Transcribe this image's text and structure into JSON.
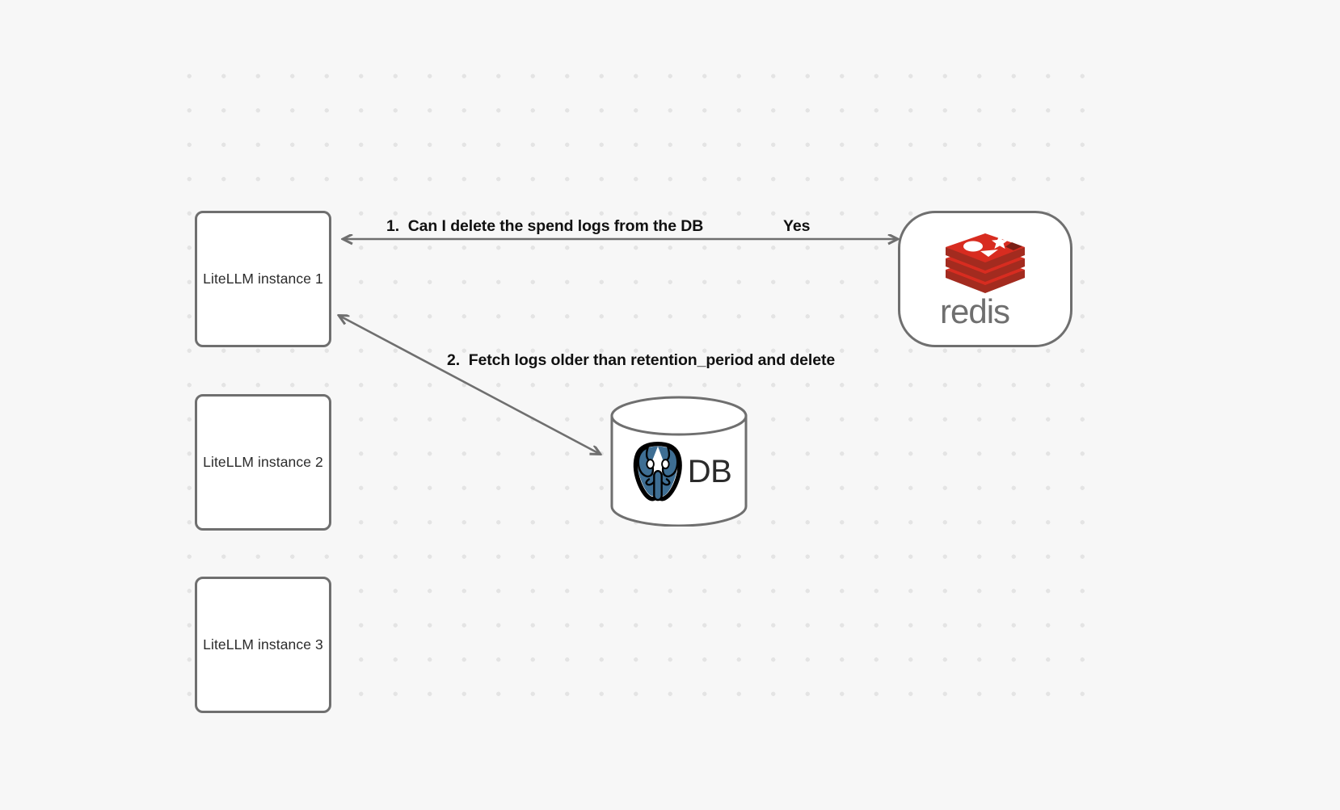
{
  "diagram": {
    "background_color": "#f7f7f7",
    "grid_dot_color": "#e4e4e4",
    "edge_color": "#6f6f6f",
    "node_border_color": "#6f6f6f",
    "nodes": [
      {
        "id": "llm1",
        "label": "LiteLLM instance 1",
        "shape": "rounded-rect"
      },
      {
        "id": "llm2",
        "label": "LiteLLM instance 2",
        "shape": "rounded-rect"
      },
      {
        "id": "llm3",
        "label": "LiteLLM instance 3",
        "shape": "rounded-rect"
      },
      {
        "id": "redis",
        "label": "redis",
        "shape": "stadium",
        "logo": "redis-logo",
        "brand_color": "#d82c20"
      },
      {
        "id": "db",
        "label": "DB",
        "shape": "cylinder",
        "logo": "postgresql-elephant-icon",
        "brand_color": "#336791"
      }
    ],
    "edges": [
      {
        "id": "edge-1",
        "from": "llm1",
        "to": "redis",
        "direction": "bidirectional",
        "label": "1.  Can I delete the spend logs from the DB",
        "reply_label": "Yes"
      },
      {
        "id": "edge-2",
        "from": "llm1",
        "to": "db",
        "direction": "forward",
        "label": "2.  Fetch logs older than retention_period and delete"
      }
    ]
  }
}
